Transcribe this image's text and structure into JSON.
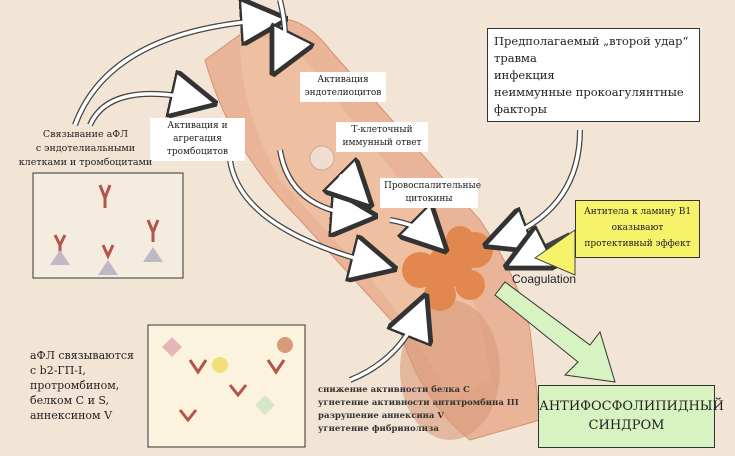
{
  "top_right_box": {
    "lines": [
      "Предполагаемый „второй удар“",
      "травма",
      "инфекция",
      "неиммунные прокоагулянтные",
      "факторы"
    ]
  },
  "labels": {
    "endothelial": [
      "Активация",
      "эндотелиоцитов"
    ],
    "platelets": [
      "Активация и",
      "агрегация",
      "тромбоцитов"
    ],
    "tcell": [
      "Т-клеточный",
      "иммунный ответ"
    ],
    "cytokines": [
      "Провоспалительные",
      "цитокины"
    ]
  },
  "binding_text": [
    "Связывание аФЛ",
    "с эндотелиальными",
    "клетками и тромбоцитами"
  ],
  "lamin_box": [
    "Антитела к ламину В1",
    "оказывают",
    "протективный эффект"
  ],
  "coagulation": "Coagulation",
  "afl_text": [
    "аФЛ связываются",
    "с b2-ГП-I,",
    "протромбином,",
    "белком С и S,",
    "аннексином V"
  ],
  "effects": [
    "снижение активности белка С",
    "угнетение активности антитромбина III",
    "разрушение аннексина V",
    "угнетение фибринолиза"
  ],
  "syndrome": [
    "АНТИФОСФОЛИПИДНЫЙ",
    "СИНДРОМ"
  ],
  "colors": {
    "background": "#f2e5d6",
    "vessel": "#e9b497",
    "lamin": "#f6f36b",
    "syndrome": "#d8f3c2"
  }
}
